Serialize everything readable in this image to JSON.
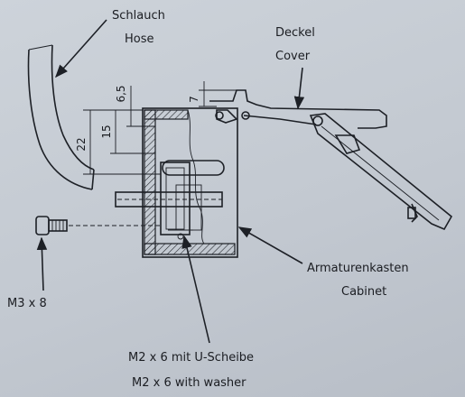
{
  "labels": {
    "hose_de": "Schlauch",
    "hose_en": "Hose",
    "cover_de": "Deckel",
    "cover_en": "Cover",
    "cabinet_de": "Armaturenkasten",
    "cabinet_en": "Cabinet",
    "screw_m3": "M3 x 8",
    "screw_m2_de": "M2 x 6 mit U-Scheibe",
    "screw_m2_en": "M2 x 6 with washer"
  },
  "dimensions": {
    "d_6_5": "6,5",
    "d_7": "7",
    "d_15": "15",
    "d_22": "22"
  },
  "colors": {
    "ink": "#1d2026",
    "paper": "#c9cfd6"
  }
}
